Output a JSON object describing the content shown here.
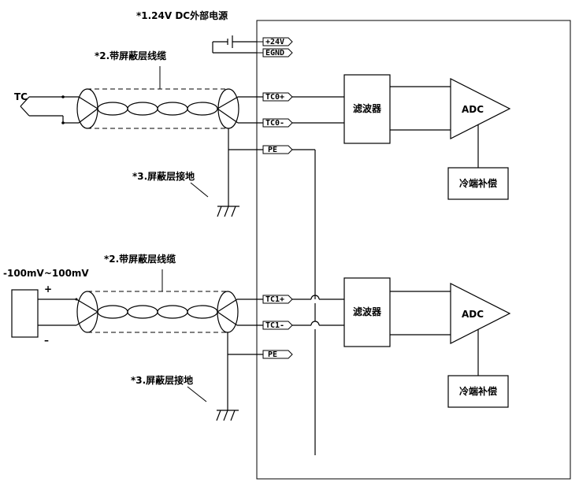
{
  "labels": {
    "power_note": "*1.24V DC外部电源",
    "cable_note_1": "*2.带屏蔽层线缆",
    "shield_ground_note_1": "*3.屏蔽层接地",
    "cable_note_2": "*2.带屏蔽层线缆",
    "shield_ground_note_2": "*3.屏蔽层接地",
    "tc_label": "TC",
    "range_label": "-100mV~100mV",
    "plus_sign": "+",
    "minus_sign": "–"
  },
  "terminals": {
    "p24v": "+24V",
    "egnd": "EGND",
    "tc0p": "TC0+",
    "tc0m": "TC0-",
    "pe1": "PE",
    "tc1p": "TC1+",
    "tc1m": "TC1-",
    "pe2": "PE"
  },
  "blocks": {
    "filter1": "滤波器",
    "adc1": "ADC",
    "cjc1": "冷端补偿",
    "filter2": "滤波器",
    "adc2": "ADC",
    "cjc2": "冷端补偿"
  }
}
